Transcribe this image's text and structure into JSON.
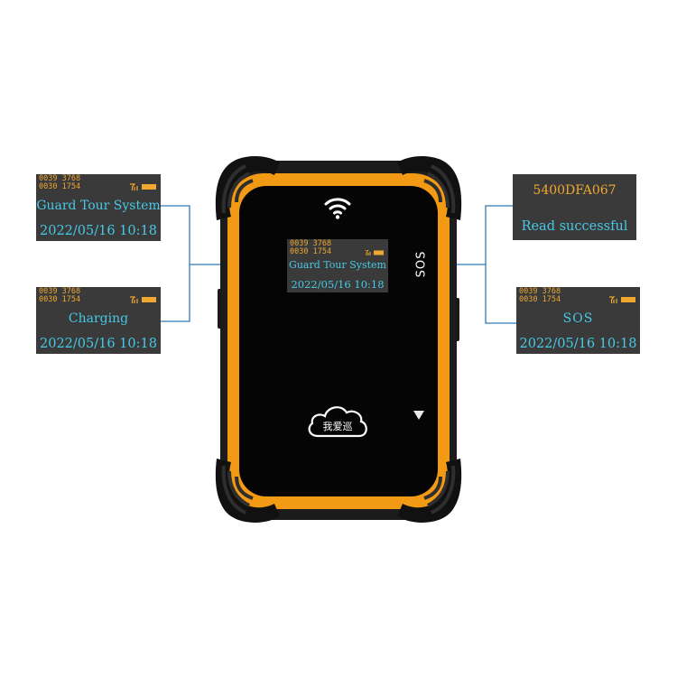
{
  "device": {
    "sos_label": "SOS",
    "logo_text": "我爱巡",
    "icons": {
      "wifi": "wifi-icon",
      "down": "down-arrow-icon",
      "signal": "signal-battery-icon"
    },
    "colors": {
      "body": "#f39a15",
      "bumper": "#1c1c1c",
      "screen": "#050505"
    }
  },
  "screen": {
    "status_line1": "0039 3768",
    "status_line2": "0030 1754",
    "message": "Guard Tour System",
    "datetime": "2022/05/16 10:18"
  },
  "panels": {
    "top_left": {
      "status_line1": "0039 3768",
      "status_line2": "0030 1754",
      "message": "Guard Tour System",
      "datetime": "2022/05/16 10:18"
    },
    "bottom_left": {
      "status_line1": "0039 3768",
      "status_line2": "0030 1754",
      "message": "Charging",
      "datetime": "2022/05/16 10:18"
    },
    "top_right": {
      "id": "5400DFA067",
      "message": "Read successful"
    },
    "bottom_right": {
      "status_line1": "0039 3768",
      "status_line2": "0030 1754",
      "message": "SOS",
      "datetime": "2022/05/16 10:18"
    }
  },
  "colors": {
    "lcd_bg": "#3a3a3a",
    "lcd_text": "#46c9e6",
    "lcd_status": "#f0a830",
    "callout": "#2f7ab8"
  }
}
